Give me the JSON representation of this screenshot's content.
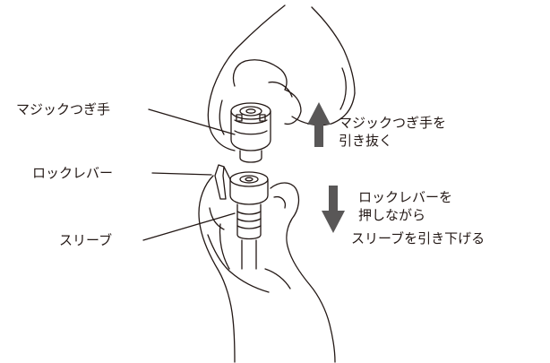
{
  "labels": {
    "coupling": "マジックつぎ手",
    "lock_lever": "ロックレバー",
    "sleeve": "スリーブ"
  },
  "instructions": {
    "pull_out": [
      "マジックつぎ手を",
      "引き抜く"
    ],
    "push_down": [
      "ロックレバーを",
      "押しながら",
      "スリーブを引き下げる"
    ]
  },
  "colors": {
    "line": "#231815",
    "arrow": "#595757",
    "background": "#ffffff"
  },
  "icons": {
    "up_arrow": "arrow-up-icon",
    "down_arrow": "arrow-down-icon"
  }
}
